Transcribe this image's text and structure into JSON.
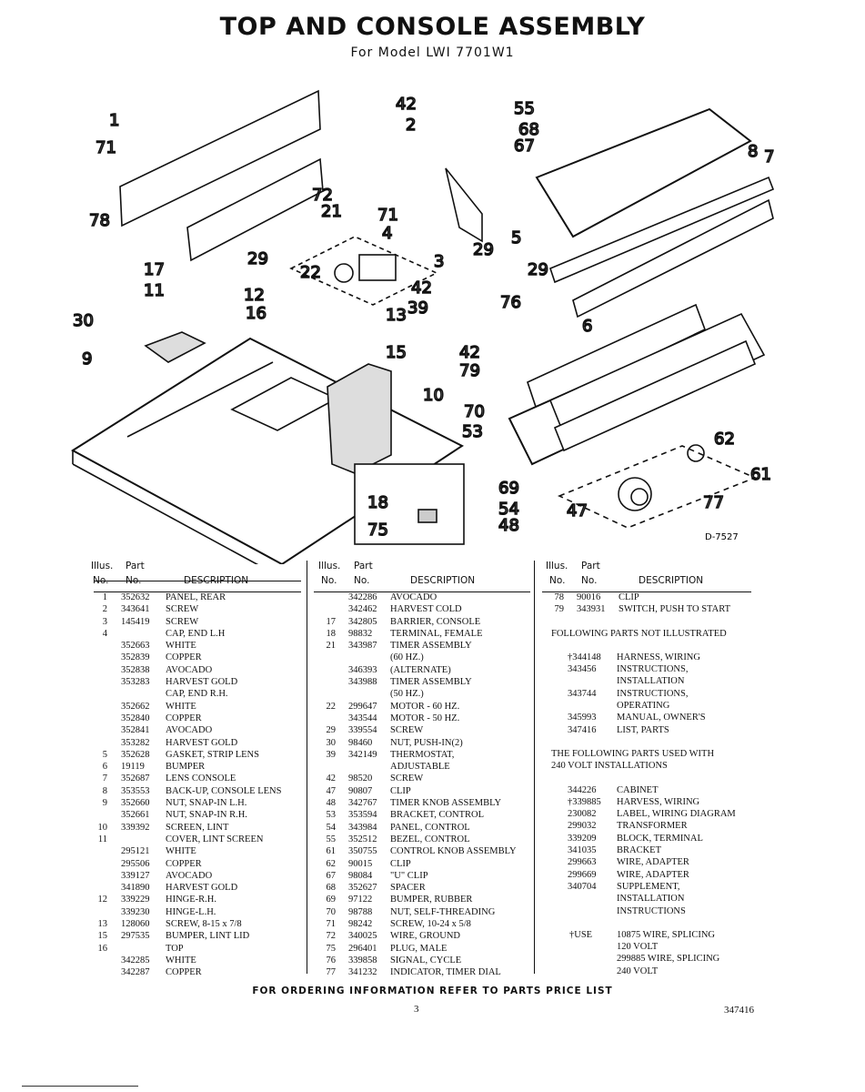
{
  "title": "TOP AND CONSOLE ASSEMBLY",
  "subtitle": "For Model LWI 7701W1",
  "diagram": {
    "code": "D-7527",
    "callouts": [
      "1",
      "71",
      "78",
      "17",
      "11",
      "30",
      "9",
      "2",
      "42",
      "72",
      "21",
      "71",
      "4",
      "29",
      "22",
      "12",
      "16",
      "13",
      "15",
      "10",
      "42",
      "39",
      "3",
      "55",
      "68",
      "67",
      "8",
      "7",
      "5",
      "29",
      "29",
      "76",
      "6",
      "42",
      "79",
      "70",
      "53",
      "62",
      "61",
      "69",
      "54",
      "47",
      "48",
      "77",
      "18",
      "75"
    ]
  },
  "table_headers": {
    "illus": "Illus.",
    "no": "No.",
    "part": "Part",
    "part_no": "No.",
    "description": "DESCRIPTION"
  },
  "col1": [
    [
      "1",
      "352632",
      "PANEL, REAR"
    ],
    [
      "2",
      "343641",
      "SCREW"
    ],
    [
      "3",
      "145419",
      "SCREW"
    ],
    [
      "4",
      "",
      "CAP, END L.H"
    ],
    [
      "",
      "352663",
      "WHITE"
    ],
    [
      "",
      "352839",
      "COPPER"
    ],
    [
      "",
      "352838",
      "AVOCADO"
    ],
    [
      "",
      "353283",
      "HARVEST GOLD"
    ],
    [
      "",
      "",
      "CAP, END R.H."
    ],
    [
      "",
      "352662",
      "WHITE"
    ],
    [
      "",
      "352840",
      "COPPER"
    ],
    [
      "",
      "352841",
      "AVOCADO"
    ],
    [
      "",
      "353282",
      "HARVEST GOLD"
    ],
    [
      "5",
      "352628",
      "GASKET, STRIP LENS"
    ],
    [
      "6",
      "19119",
      "BUMPER"
    ],
    [
      "7",
      "352687",
      "LENS CONSOLE"
    ],
    [
      "8",
      "353553",
      "BACK-UP, CONSOLE LENS"
    ],
    [
      "9",
      "352660",
      "NUT, SNAP-IN L.H."
    ],
    [
      "",
      "352661",
      "NUT, SNAP-IN R.H."
    ],
    [
      "10",
      "339392",
      "SCREEN, LINT"
    ],
    [
      "11",
      "",
      "COVER, LINT SCREEN"
    ],
    [
      "",
      "295121",
      "WHITE"
    ],
    [
      "",
      "295506",
      "COPPER"
    ],
    [
      "",
      "339127",
      "AVOCADO"
    ],
    [
      "",
      "341890",
      "HARVEST GOLD"
    ],
    [
      "12",
      "339229",
      "HINGE-R.H."
    ],
    [
      "",
      "339230",
      "HINGE-L.H."
    ],
    [
      "13",
      "128060",
      "SCREW, 8-15 x 7/8"
    ],
    [
      "15",
      "297535",
      "BUMPER, LINT LID"
    ],
    [
      "16",
      "",
      "TOP"
    ],
    [
      "",
      "342285",
      "WHITE"
    ],
    [
      "",
      "342287",
      "COPPER"
    ]
  ],
  "col2": [
    [
      "",
      "342286",
      "AVOCADO"
    ],
    [
      "",
      "342462",
      "HARVEST COLD"
    ],
    [
      "17",
      "342805",
      "BARRIER, CONSOLE"
    ],
    [
      "18",
      "98832",
      "TERMINAL, FEMALE"
    ],
    [
      "21",
      "343987",
      "TIMER ASSEMBLY"
    ],
    [
      "",
      "",
      "(60 HZ.)"
    ],
    [
      "",
      "346393",
      "(ALTERNATE)"
    ],
    [
      "",
      "343988",
      "TIMER ASSEMBLY"
    ],
    [
      "",
      "",
      "(50 HZ.)"
    ],
    [
      "22",
      "299647",
      "MOTOR - 60 HZ."
    ],
    [
      "",
      "343544",
      "MOTOR - 50 HZ."
    ],
    [
      "29",
      "339554",
      "SCREW"
    ],
    [
      "30",
      "98460",
      "NUT, PUSH-IN(2)"
    ],
    [
      "39",
      "342149",
      "THERMOSTAT,"
    ],
    [
      "",
      "",
      "ADJUSTABLE"
    ],
    [
      "42",
      "98520",
      "SCREW"
    ],
    [
      "47",
      "90807",
      "CLIP"
    ],
    [
      "48",
      "342767",
      "TIMER KNOB ASSEMBLY"
    ],
    [
      "53",
      "353594",
      "BRACKET, CONTROL"
    ],
    [
      "54",
      "343984",
      "PANEL, CONTROL"
    ],
    [
      "55",
      "352512",
      "BEZEL, CONTROL"
    ],
    [
      "61",
      "350755",
      "CONTROL KNOB ASSEMBLY"
    ],
    [
      "62",
      "90015",
      "CLIP"
    ],
    [
      "67",
      "98084",
      "\"U\" CLIP"
    ],
    [
      "68",
      "352627",
      "SPACER"
    ],
    [
      "69",
      "97122",
      "BUMPER, RUBBER"
    ],
    [
      "70",
      "98788",
      "NUT, SELF-THREADING"
    ],
    [
      "71",
      "98242",
      "SCREW, 10-24 x 5/8"
    ],
    [
      "72",
      "340025",
      "WIRE, GROUND"
    ],
    [
      "75",
      "296401",
      "PLUG, MALE"
    ],
    [
      "76",
      "339858",
      "SIGNAL, CYCLE"
    ],
    [
      "77",
      "341232",
      "INDICATOR, TIMER DIAL"
    ]
  ],
  "col3": [
    [
      "78",
      "90016",
      "CLIP"
    ],
    [
      "79",
      "343931",
      "SWITCH, PUSH TO START"
    ]
  ],
  "col3_notes": {
    "following": "FOLLOWING PARTS NOT ILLUSTRATED",
    "not_illustrated": [
      [
        "†344148",
        "HARNESS, WIRING"
      ],
      [
        "343456",
        "INSTRUCTIONS,"
      ],
      [
        "",
        "INSTALLATION"
      ],
      [
        "343744",
        "INSTRUCTIONS,"
      ],
      [
        "",
        "OPERATING"
      ],
      [
        "345993",
        "MANUAL, OWNER'S"
      ],
      [
        "347416",
        "LIST, PARTS"
      ]
    ],
    "used_with_1": "THE FOLLOWING PARTS USED WITH",
    "used_with_2": "240 VOLT INSTALLATIONS",
    "volt_parts": [
      [
        "344226",
        "CABINET"
      ],
      [
        "†339885",
        "HARVESS, WIRING"
      ],
      [
        "230082",
        "LABEL, WIRING DIAGRAM"
      ],
      [
        "299032",
        "TRANSFORMER"
      ],
      [
        "339209",
        "BLOCK, TERMINAL"
      ],
      [
        "341035",
        "BRACKET"
      ],
      [
        "299663",
        "WIRE, ADAPTER"
      ],
      [
        "299669",
        "WIRE, ADAPTER"
      ],
      [
        "340704",
        "SUPPLEMENT,"
      ],
      [
        "",
        "INSTALLATION"
      ],
      [
        "",
        "INSTRUCTIONS"
      ]
    ],
    "use_label": "†USE",
    "use_lines": [
      "10875 WIRE, SPLICING",
      "120 VOLT",
      "299885 WIRE, SPLICING",
      "240 VOLT"
    ]
  },
  "footer": "FOR ORDERING INFORMATION REFER TO PARTS PRICE LIST",
  "page_number": "3",
  "doc_number": "347416"
}
